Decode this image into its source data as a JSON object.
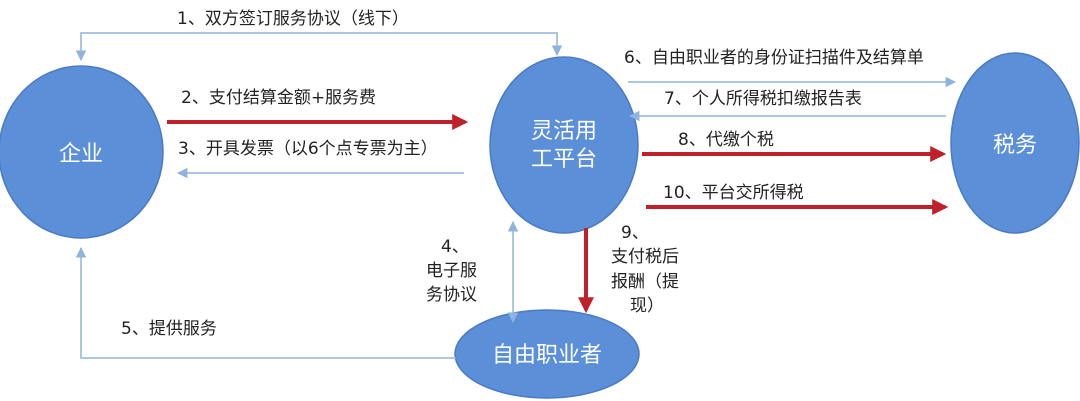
{
  "nodes": {
    "enterprise": "企业",
    "platform_line1": "灵活用",
    "platform_line2": "工平台",
    "tax": "税务",
    "freelancer": "自由职业者"
  },
  "edges": {
    "e1": "1、双方签订服务协议（线下）",
    "e2": "2、支付结算金额+服务费",
    "e3": "3、开具发票（以6个点专票为主）",
    "e4_line1": "4、",
    "e4_line2": "电子服",
    "e4_line3": "务协议",
    "e5": "5、提供服务",
    "e6": "6、自由职业者的身份证扫描件及结算单",
    "e7": "7、个人所得税扣缴报告表",
    "e8": "8、代缴个税",
    "e9_line1": "9、",
    "e9_line2": "支付税后",
    "e9_line3": "报酬（提",
    "e9_line4": "现）",
    "e10": "10、平台交所得税"
  },
  "colors": {
    "node_fill": "#5b8fd8",
    "node_stroke": "#4a7bc4",
    "thin_arrow": "#8fb2de",
    "thick_arrow": "#c0202a"
  }
}
